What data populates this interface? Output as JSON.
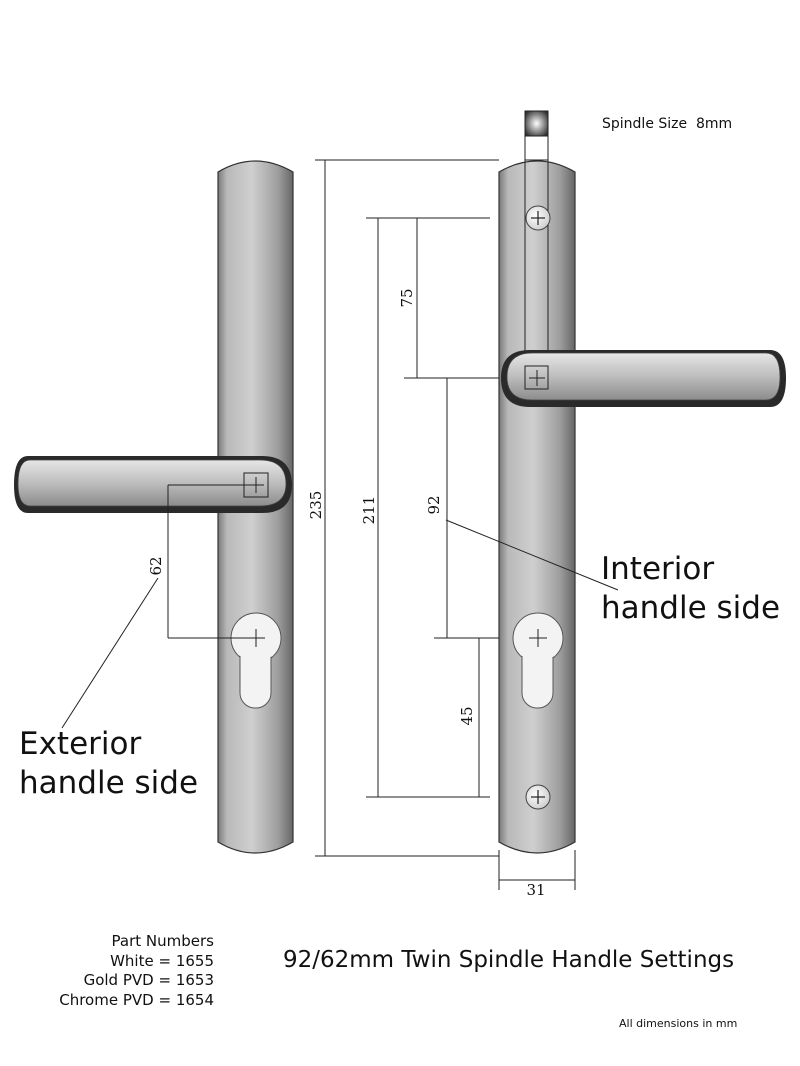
{
  "title": "92/62mm Twin Spindle Handle Settings",
  "footnote": "All dimensions in mm",
  "spindle_label": "Spindle Size  8mm",
  "labels": {
    "exterior_line1": "Exterior",
    "exterior_line2": "handle side",
    "interior_line1": "Interior",
    "interior_line2": "handle side"
  },
  "dimensions": {
    "overall_height": "235",
    "fixing_centres": "211",
    "spindle_to_fixing": "75",
    "interior_spindle_to_cylinder": "92",
    "exterior_spindle_to_cylinder": "62",
    "cylinder_to_fixing": "45",
    "plate_width": "31"
  },
  "part_numbers": {
    "heading": "Part Numbers",
    "items": [
      {
        "finish": "White",
        "separator": " = ",
        "number": "1655"
      },
      {
        "finish": "Gold PVD",
        "separator": " = ",
        "number": "1653"
      },
      {
        "finish": "Chrome PVD",
        "separator": " = ",
        "number": "1654"
      }
    ]
  },
  "colors": {
    "plate_light": "#c9c9c9",
    "plate_dark": "#6f6f6f",
    "line": "#222222",
    "background": "#ffffff"
  }
}
